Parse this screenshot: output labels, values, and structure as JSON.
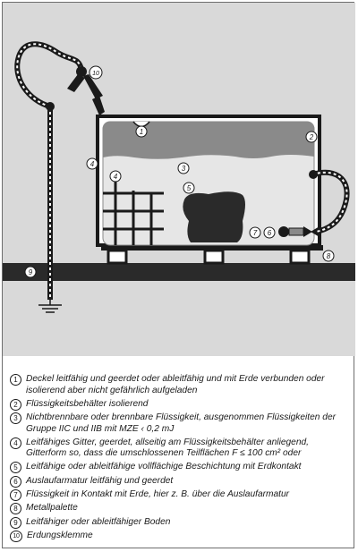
{
  "callouts": [
    "1",
    "2",
    "3",
    "4",
    "5",
    "6",
    "7",
    "8",
    "9",
    "10"
  ],
  "legend": [
    {
      "num": "1",
      "text": "Deckel leitfähig und geerdet oder ableitfähig und mit Erde verbunden oder isolierend aber nicht gefährlich aufgeladen"
    },
    {
      "num": "2",
      "text": "Flüssigkeitsbehälter isolierend"
    },
    {
      "num": "3",
      "text": "Nichtbrennbare oder brennbare Flüssigkeit, ausgenommen Flüssigkeiten der Gruppe IIC und IIB mit MZE ‹ 0,2 mJ"
    },
    {
      "num": "4",
      "text": "Leitfähiges Gitter, geerdet, allseitig am Flüssigkeitsbehälter anliegend, Gitterform so, dass die umschlossenen Teilflächen F ≤ 100 cm² oder"
    },
    {
      "num": "5",
      "text": "Leitfähige oder ableitfähige vollflächige Beschichtung mit Erdkontakt"
    },
    {
      "num": "6",
      "text": "Auslaufarmatur leitfähig und geerdet"
    },
    {
      "num": "7",
      "text": "Flüssigkeit in Kontakt mit Erde, hier z. B. über die Auslaufarmatur"
    },
    {
      "num": "8",
      "text": "Metallpalette"
    },
    {
      "num": "9",
      "text": "Leitfähiger oder ableitfähiger Boden"
    },
    {
      "num": "10",
      "text": "Erdungsklemme"
    }
  ]
}
